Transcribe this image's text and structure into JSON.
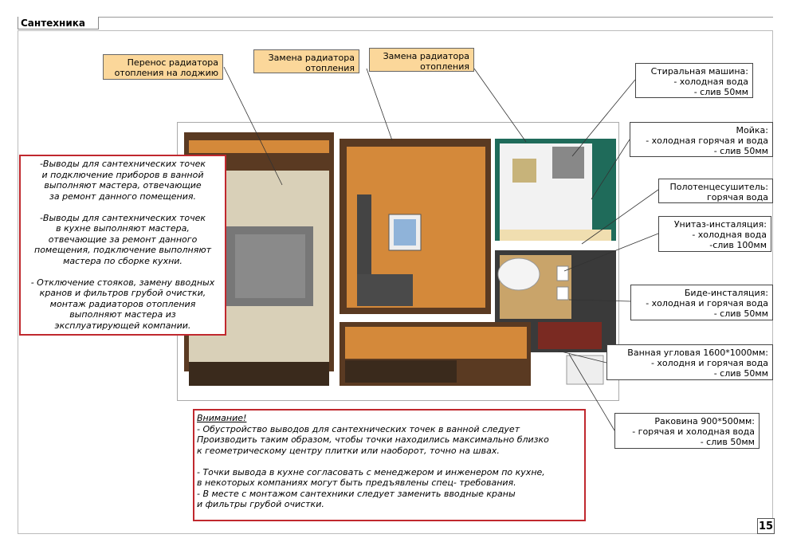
{
  "header": {
    "title": "Сантехника"
  },
  "page_number": "15",
  "callouts": {
    "radiator_loggia": [
      "Перенос радиатора",
      "отопления на лоджию"
    ],
    "radiator_replace_1": [
      "Замена радиатора",
      "отопления"
    ],
    "radiator_replace_2": [
      "Замена радиатора",
      "отопления"
    ],
    "washing_machine": [
      "Стиральная машина:",
      "- холодная вода",
      "- слив 50мм"
    ],
    "sink_kitchen": [
      "Мойка:",
      "- холодная горячая и вода",
      "- слив 50мм"
    ],
    "towel_dryer": [
      "Полотенцесушитель:",
      "горячая вода"
    ],
    "toilet": [
      "Унитаз-инсталяция:",
      "- холодная вода",
      "-слив 100мм"
    ],
    "bidet": [
      "Биде-инсталяция:",
      "- холодная и горячая вода",
      "- слив 50мм"
    ],
    "bath": [
      "Ванная угловая  1600*1000мм:",
      "- холодня и горячая вода",
      "- слив 50мм"
    ],
    "washbasin": [
      "Раковина 900*500мм:",
      "- горячая и холодная вода",
      "- слив 50мм"
    ]
  },
  "left_note": [
    "-Выводы для сантехнических точек",
    "и подключение приборов в ванной",
    "выполняют мастера, отвечающие",
    "за ремонт данного помещения.",
    "",
    "-Выводы для сантехнических точек",
    "в кухне выполняют мастера,",
    "отвечающие за ремонт данного",
    "помещения, подключение выполняют",
    "мастера по сборке кухни.",
    "",
    "- Отключение стояков, замену вводных",
    "кранов и фильтров грубой очистки,",
    "монтаж радиаторов отопления",
    "выполняют мастера из",
    "эксплуатирующей компании."
  ],
  "bottom_note": {
    "title": "Внимание!",
    "lines": [
      "- Обустройство выводов для сантехнических точек в ванной следует",
      "Производить таким образом, чтобы точки находились максимально близко",
      "к геометрическому центру плитки или наоборот, точно на швах.",
      "",
      "- Точки вывода в кухне согласовать с менеджером и инженером по кухне,",
      "в некоторых компаниях могут быть предъявлены спец- требования.",
      "- В месте с монтажом сантехники следует заменить вводные краны",
      "и фильтры грубой очистки."
    ]
  },
  "colors": {
    "accent_red": "#c0282e",
    "callout_orange": "#fbd79a",
    "floor_wood": "#d4893a",
    "wall_brown": "#5a3a22",
    "kitchen_green": "#1f6b5a"
  }
}
